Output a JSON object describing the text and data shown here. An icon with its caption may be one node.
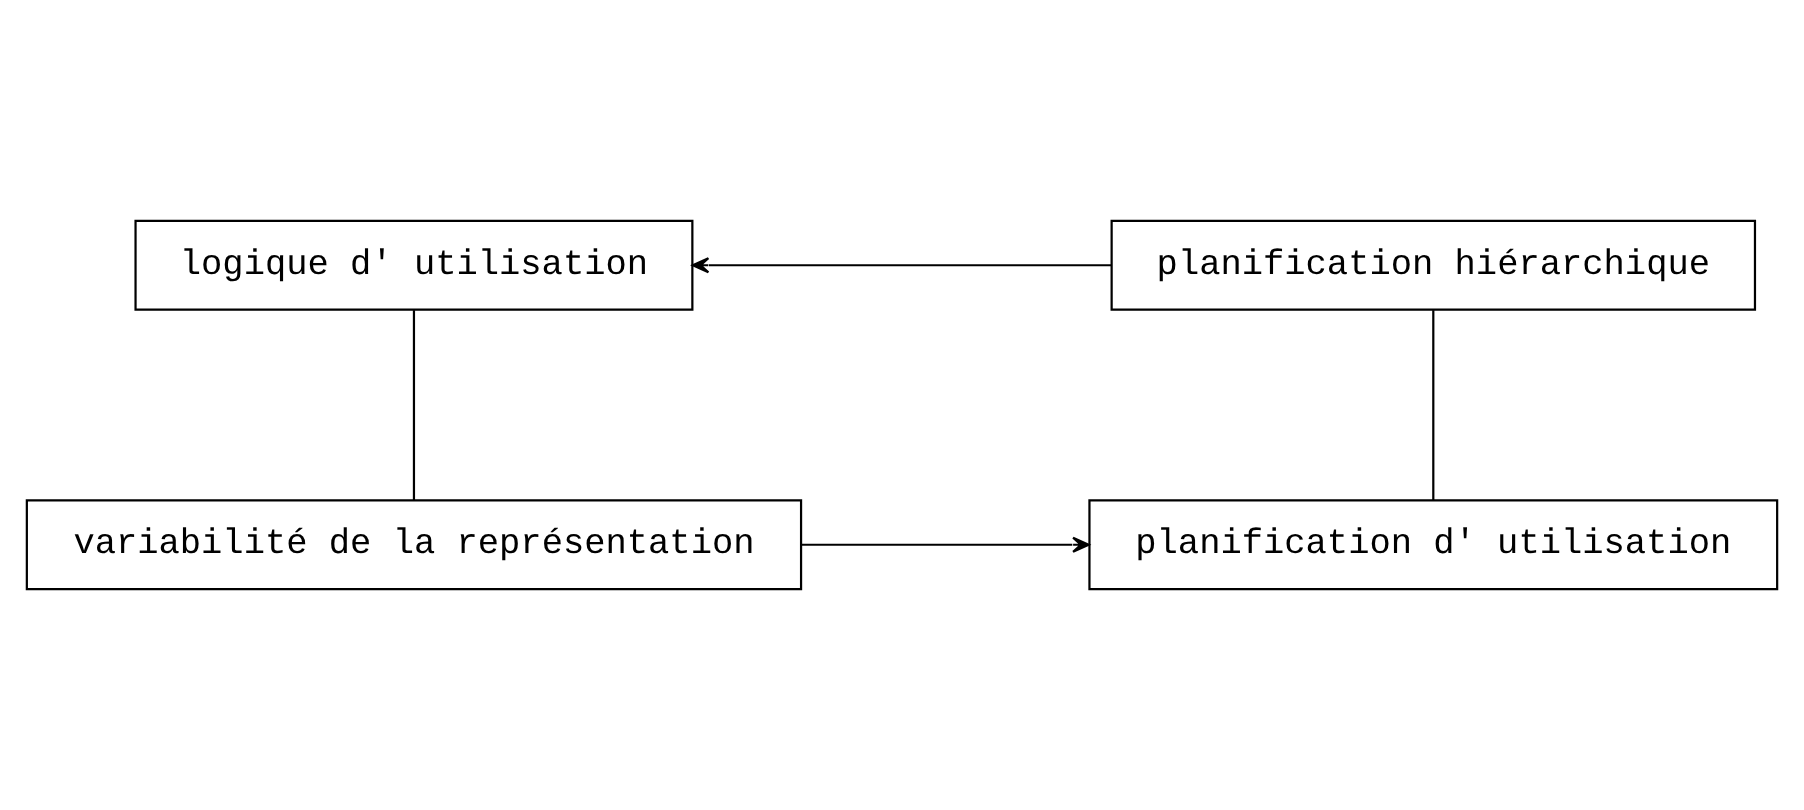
{
  "diagram": {
    "nodes": [
      {
        "text": [
          "logique d' utilisation"
        ]
      },
      {
        "text": [
          "planification hiérarchique"
        ]
      },
      {
        "text": [
          "variabilité de la représentation"
        ]
      },
      {
        "text": [
          "planification d' utilisation"
        ]
      }
    ],
    "edges": [
      {
        "from": 1,
        "to": 0,
        "arrow": "to"
      },
      {
        "from": 0,
        "to": 2,
        "arrow": "none"
      },
      {
        "from": 1,
        "to": 3,
        "arrow": "none"
      },
      {
        "from": 2,
        "to": 3,
        "arrow": "to"
      }
    ]
  }
}
